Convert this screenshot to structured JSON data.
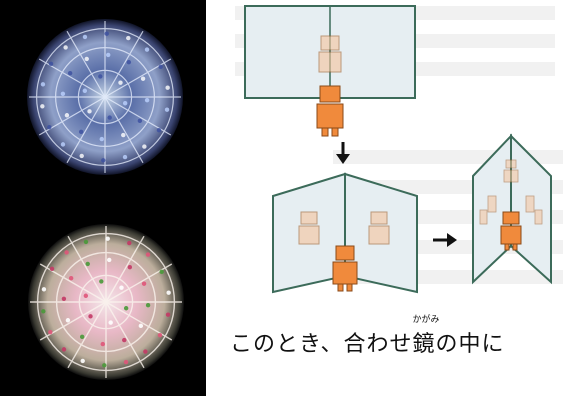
{
  "caption": {
    "before": "このとき、合わせ",
    "kanji": "鏡",
    "ruby": "かがみ",
    "after": "の中に"
  },
  "colors": {
    "background": "#ffffff",
    "photo_background": "#000000",
    "mirror_fill": "#e6eef2",
    "mirror_edge": "#3c6b5a",
    "robot_body": "#f08a3c",
    "arrow": "#111111",
    "ghost_text": "#f1f1f1"
  },
  "photos": [
    {
      "id": "kaleidoscope-blue"
    },
    {
      "id": "kaleidoscope-pink"
    }
  ]
}
